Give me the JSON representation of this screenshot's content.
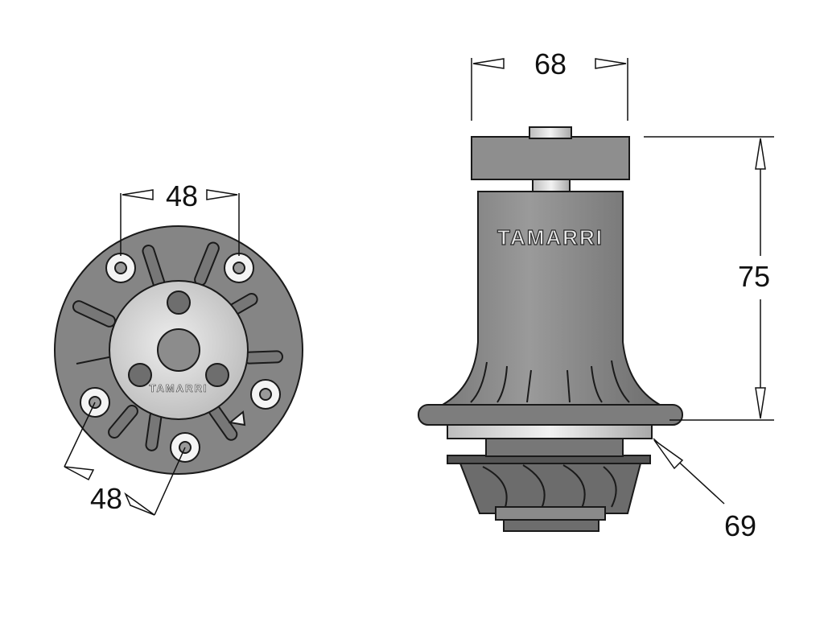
{
  "front_view": {
    "brand": "TAMARRI",
    "dim_top": "48",
    "dim_bottom": "48"
  },
  "side_view": {
    "brand": "TAMARRI",
    "dim_width": "68",
    "dim_height": "75",
    "dim_diameter": "69"
  },
  "colors": {
    "body": "#8a8a8a",
    "body_dark": "#5a5a5a",
    "hub": "#d6d6d6",
    "outline": "#1a1a1a",
    "background": "#ffffff"
  }
}
